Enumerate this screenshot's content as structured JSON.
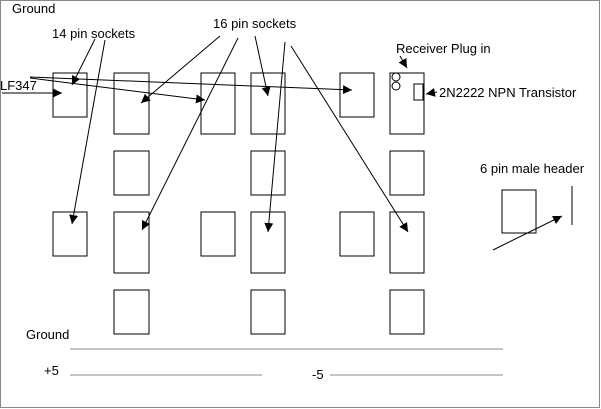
{
  "labels": {
    "ground_top": "Ground",
    "pin14": "14 pin sockets",
    "pin16": "16 pin sockets",
    "lf347": "LF347",
    "receiver": "Receiver Plug in",
    "transistor": "2N2222 NPN Transistor",
    "header6": "6 pin male header",
    "ground_bottom": "Ground",
    "plus5": "+5",
    "minus5": "-5"
  }
}
